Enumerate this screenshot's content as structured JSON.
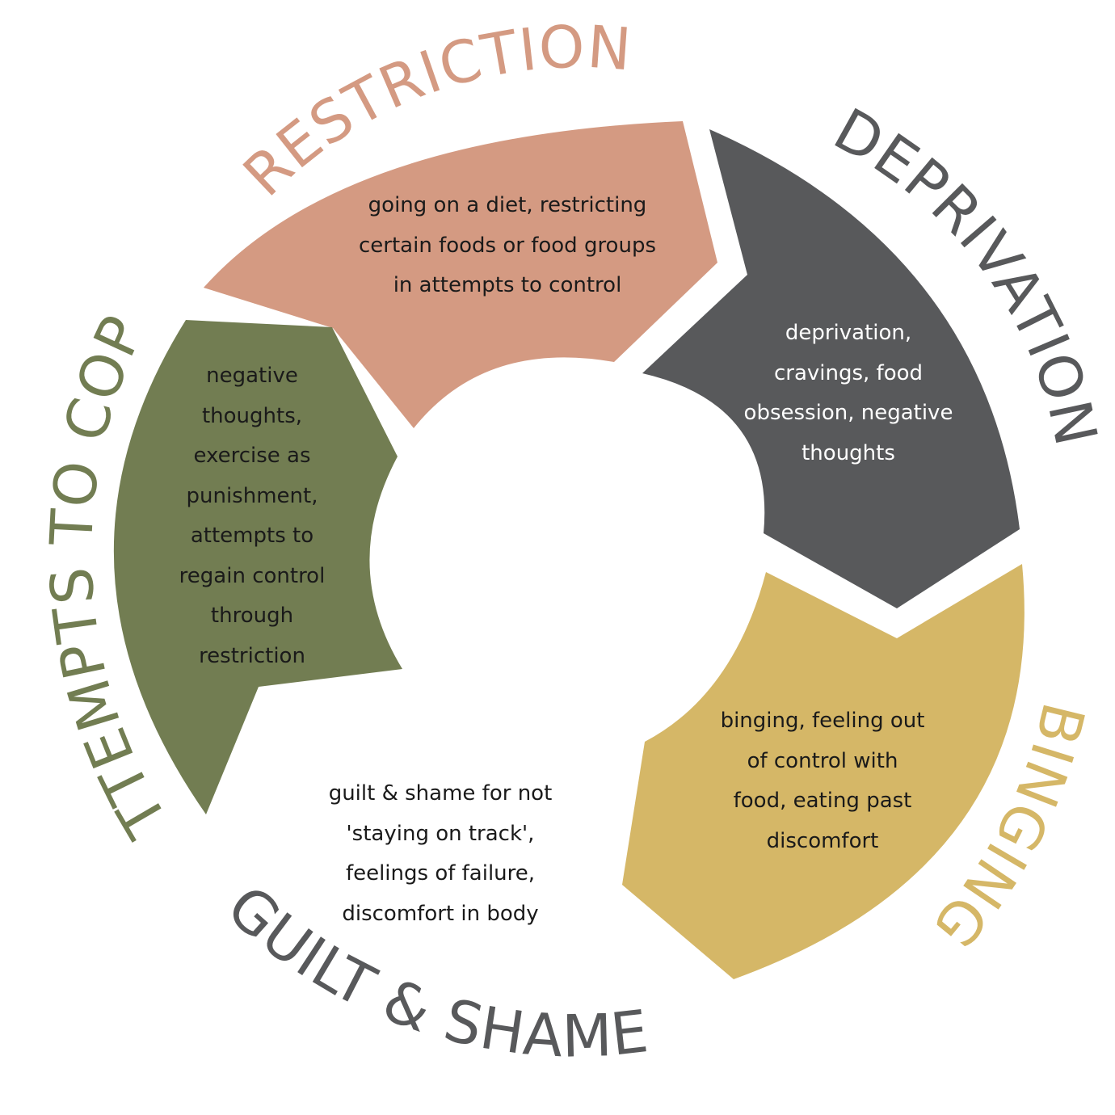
{
  "colors": {
    "restriction": "#d49a82",
    "deprivation": "#58595b",
    "binging": "#d5b767",
    "guilt": "#58595b",
    "attempts": "#727d52"
  },
  "stages": {
    "restriction": {
      "title": "RESTRICTION",
      "lines": [
        "going on a diet, restricting",
        "certain foods or food groups",
        "in attempts to control"
      ]
    },
    "deprivation": {
      "title": "DEPRIVATION",
      "lines": [
        "deprivation,",
        "cravings, food",
        "obsession, negative",
        "thoughts"
      ]
    },
    "binging": {
      "title": "BINGING",
      "lines": [
        "binging, feeling out",
        "of control with",
        "food, eating past",
        "discomfort"
      ]
    },
    "guilt": {
      "title": "GUILT & SHAME",
      "lines": [
        "guilt & shame for not",
        "'staying on track',",
        "feelings of failure,",
        "discomfort in body"
      ]
    },
    "attempts": {
      "title": "ATTEMPTS TO COPE",
      "lines": [
        "negative",
        "thoughts,",
        "exercise as",
        "punishment,",
        "attempts to",
        "regain control",
        "through",
        "restriction"
      ]
    }
  }
}
